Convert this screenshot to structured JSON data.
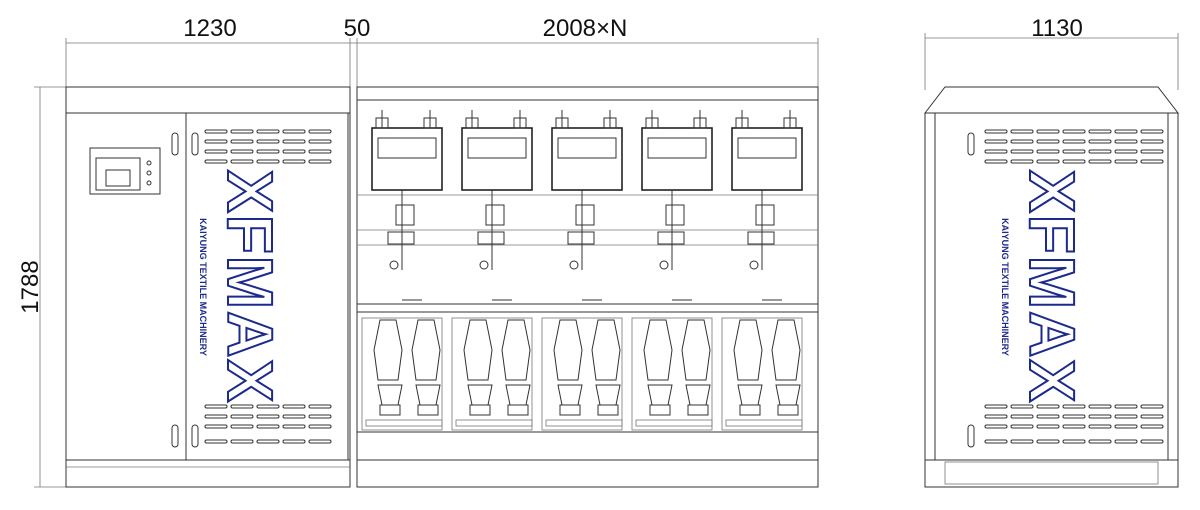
{
  "dimensions": {
    "control_cabinet_width": "1230",
    "gap": "50",
    "section_width": "2008×N",
    "depth": "1130",
    "height": "1788"
  },
  "logo": {
    "brand": "XFMAX",
    "subtitle": "KAIYUNG TEXTILE MACHINERY"
  },
  "machine": {
    "spindle_units": 5
  },
  "colors": {
    "line": "#333333",
    "logo": "#1c2a8c"
  }
}
